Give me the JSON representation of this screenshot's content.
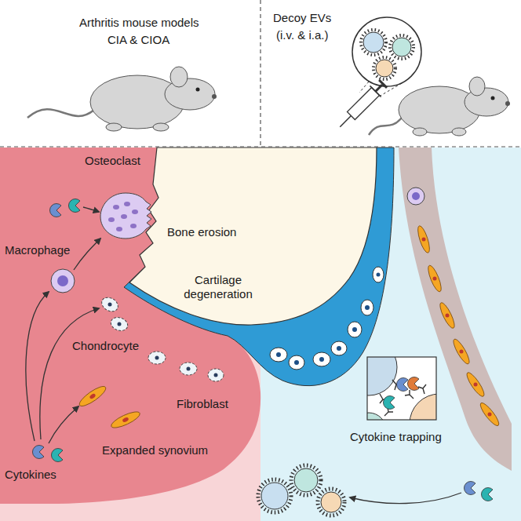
{
  "diagram": {
    "labels": [
      "Arthritis mouse models",
      "CIA & CIOA",
      "Decoy EVs",
      "(i.v. & i.a.)",
      "Osteoclast",
      "Bone erosion",
      "Macrophage",
      "Cartilage degeneration",
      "Chondrocyte",
      "Fibroblast",
      "Expanded synovium",
      "Cytokines",
      "Cytokine trapping"
    ]
  }
}
